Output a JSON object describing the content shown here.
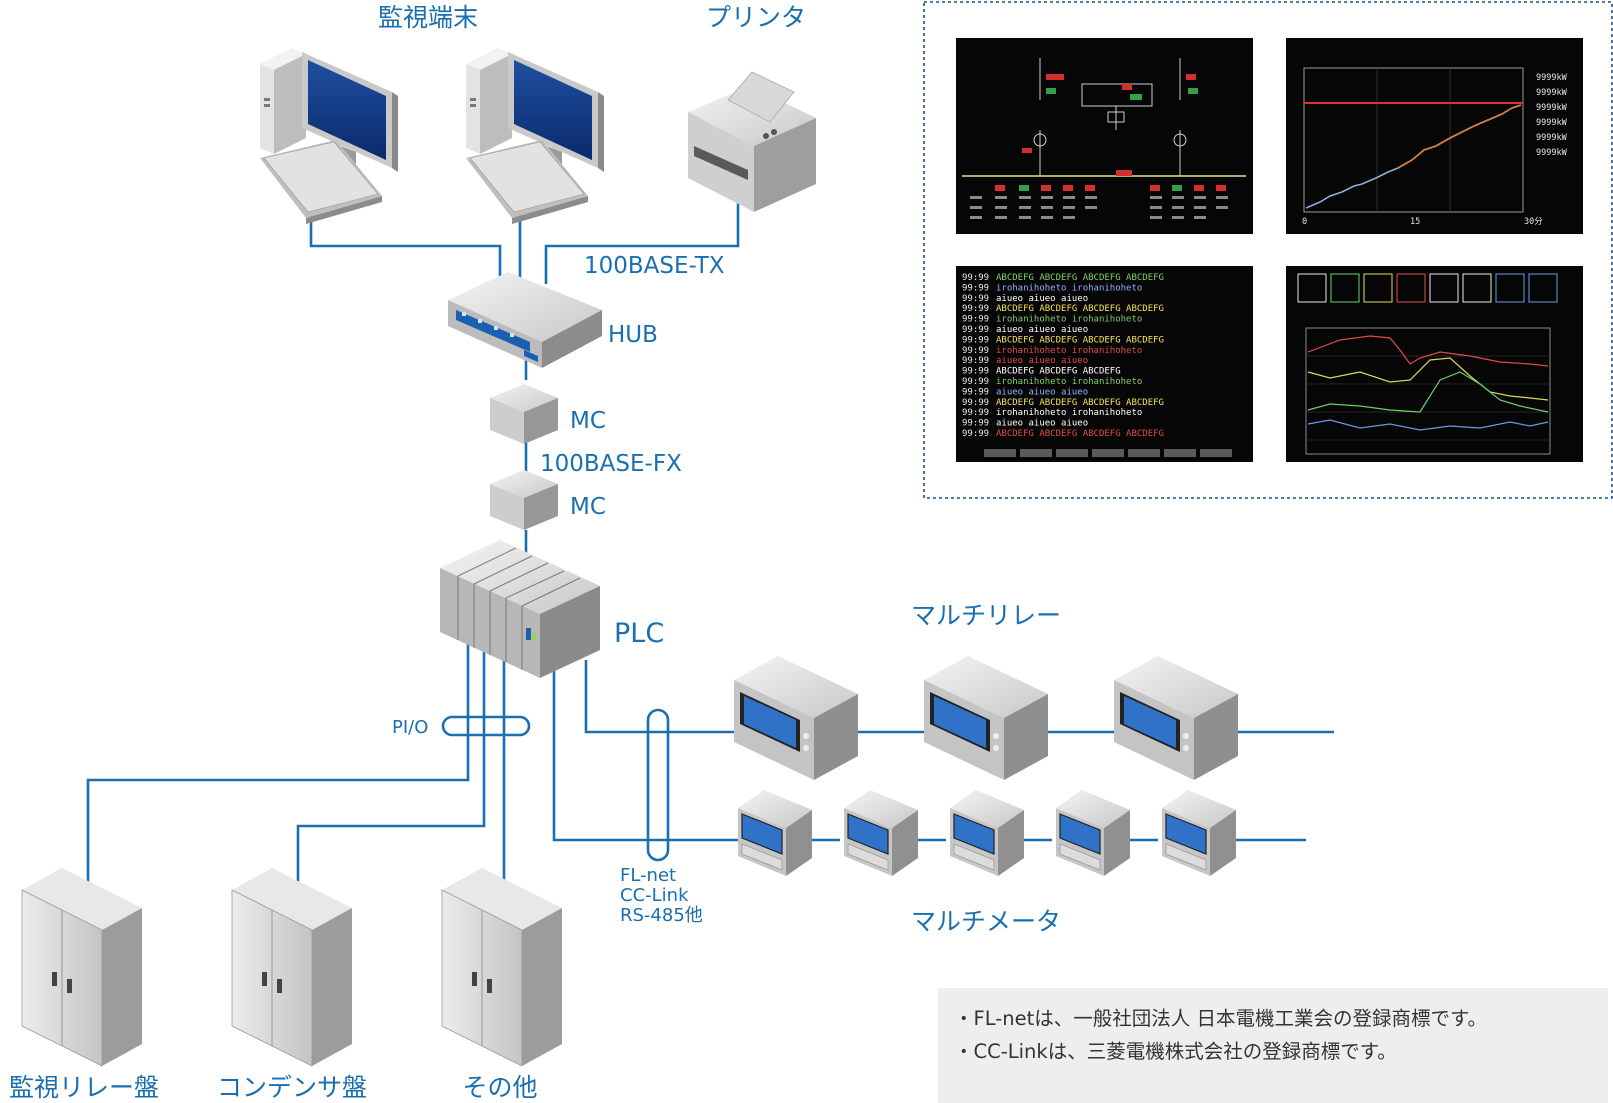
{
  "labels": {
    "monitor_terminal": "監視端末",
    "printer": "プリンタ",
    "net_tx": "100BASE-TX",
    "hub": "HUB",
    "mc1": "MC",
    "net_fx": "100BASE-FX",
    "mc2": "MC",
    "plc": "PLC",
    "pio": "PI/O",
    "multi_relay": "マルチリレー",
    "multi_meter": "マルチメータ",
    "fieldbus": [
      "FL-net",
      "CC-Link",
      "RS-485他"
    ],
    "panel_relay": "監視リレー盤",
    "panel_condenser": "コンデンサ盤",
    "panel_other": "その他"
  },
  "notes": [
    "・FL-netは、一般社団法人 日本電機工業会の登録商標です。",
    "・CC-Linkは、三菱電機株式会社の登録商標です。"
  ],
  "screens": {
    "trend": {
      "y_labels": [
        "9999kW",
        "9999kW",
        "9999kW",
        "9999kW",
        "9999kW",
        "9999kW"
      ],
      "x_labels": [
        "0",
        "15",
        "30分"
      ]
    },
    "event_log": {
      "rows": [
        {
          "time": "99:99",
          "text": "ABCDEFG ABCDEFG ABCDEFG ABCDEFG",
          "color": "#7fd26a"
        },
        {
          "time": "99:99",
          "text": "irohanihoheto irohanihoheto",
          "color": "#8fb4ff"
        },
        {
          "time": "99:99",
          "text": "aiueo aiueo aiueo",
          "color": "#ffffff"
        },
        {
          "time": "99:99",
          "text": "ABCDEFG ABCDEFG ABCDEFG ABCDEFG",
          "color": "#f2e35a"
        },
        {
          "time": "99:99",
          "text": "irohanihoheto irohanihoheto",
          "color": "#7fd26a"
        },
        {
          "time": "99:99",
          "text": "aiueo aiueo aiueo",
          "color": "#ffffff"
        },
        {
          "time": "99:99",
          "text": "ABCDEFG ABCDEFG ABCDEFG ABCDEFG",
          "color": "#f2e35a"
        },
        {
          "time": "99:99",
          "text": "irohanihoheto irohanihoheto",
          "color": "#e04a4a"
        },
        {
          "time": "99:99",
          "text": "aiueo aiueo aiueo",
          "color": "#e04a4a"
        },
        {
          "time": "99:99",
          "text": "ABCDEFG ABCDEFG ABCDEFG",
          "color": "#ffffff"
        },
        {
          "time": "99:99",
          "text": "irohanihoheto irohanihoheto",
          "color": "#7fd26a"
        },
        {
          "time": "99:99",
          "text": "aiueo aiueo aiueo",
          "color": "#8fb4ff"
        },
        {
          "time": "99:99",
          "text": "ABCDEFG ABCDEFG ABCDEFG ABCDEFG",
          "color": "#f2e35a"
        },
        {
          "time": "99:99",
          "text": "irohanihoheto irohanihoheto",
          "color": "#ffffff"
        },
        {
          "time": "99:99",
          "text": "aiueo aiueo aiueo",
          "color": "#ffffff"
        },
        {
          "time": "99:99",
          "text": "ABCDEFG ABCDEFG ABCDEFG ABCDEFG",
          "color": "#e04a4a"
        }
      ]
    }
  },
  "colors": {
    "accent": "#1a6fb0",
    "screen_bg": "#060606",
    "trend_red": "#e03030"
  }
}
